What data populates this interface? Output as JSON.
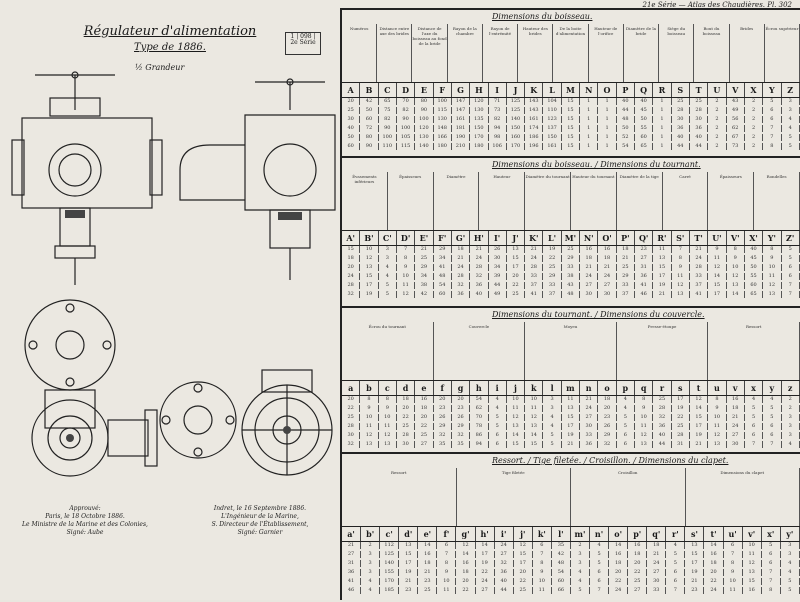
{
  "corner_note": "21e Série — Atlas des Chaudières. Pl. 302",
  "title": "Régulateur d'alimentation",
  "subtitle": "Type de 1886.",
  "scale": "½ Grandeur",
  "stamp": "1 | 098 | 2e Série",
  "caption_left": [
    "Approuvé:",
    "Paris, le 18 Octobre 1886.",
    "Le Ministre de la Marine et des Colonies,",
    "Signé: Aube"
  ],
  "caption_right": [
    "Indret, le 16 Septembre 1886.",
    "L'Ingénieur de la Marine,",
    "S. Directeur de l'Établissement,",
    "Signé: Garnier"
  ],
  "blocks": [
    {
      "title": "Dimensions du boisseau.",
      "header_texts": [
        "Numéros",
        "Distance entre axe des brides",
        "Distance de l'axe du boisseau au fond de la bride",
        "Rayon de la chambre",
        "Rayon de l'extrémité",
        "Hauteur des brides",
        "De la boite d'alimentation",
        "Hauteur de l'orifice",
        "Diamètre de la bride",
        "Siège du boisseau",
        "Bout du boisseau",
        "Brides",
        "Écrou supérieur"
      ],
      "letters": [
        "A",
        "B",
        "C",
        "D",
        "E",
        "F",
        "G",
        "H",
        "I",
        "J",
        "K",
        "L",
        "M",
        "N",
        "O",
        "P",
        "Q",
        "R",
        "S",
        "T",
        "U",
        "V",
        "X",
        "Y",
        "Z"
      ],
      "rows": [
        [
          "20",
          "42",
          "65",
          "70",
          "80",
          "100",
          "147",
          "120",
          "71",
          "125",
          "143",
          "104",
          "15",
          "1",
          "1",
          "40",
          "40",
          "1",
          "25",
          "25",
          "2",
          "43",
          "2",
          "5",
          "3"
        ],
        [
          "25",
          "50",
          "75",
          "82",
          "90",
          "115",
          "147",
          "130",
          "73",
          "125",
          "143",
          "110",
          "15",
          "1",
          "1",
          "44",
          "45",
          "1",
          "28",
          "28",
          "2",
          "49",
          "2",
          "6",
          "3"
        ],
        [
          "30",
          "60",
          "82",
          "90",
          "100",
          "130",
          "161",
          "135",
          "82",
          "140",
          "161",
          "123",
          "15",
          "1",
          "1",
          "48",
          "50",
          "1",
          "30",
          "30",
          "2",
          "56",
          "2",
          "6",
          "4"
        ],
        [
          "40",
          "72",
          "90",
          "100",
          "120",
          "148",
          "181",
          "150",
          "94",
          "150",
          "174",
          "137",
          "15",
          "1",
          "1",
          "50",
          "55",
          "1",
          "36",
          "36",
          "2",
          "62",
          "2",
          "7",
          "4"
        ],
        [
          "50",
          "80",
          "100",
          "105",
          "130",
          "166",
          "190",
          "170",
          "98",
          "160",
          "186",
          "150",
          "15",
          "1",
          "1",
          "52",
          "60",
          "1",
          "40",
          "40",
          "2",
          "67",
          "2",
          "7",
          "5"
        ],
        [
          "60",
          "90",
          "110",
          "115",
          "140",
          "180",
          "210",
          "180",
          "106",
          "170",
          "196",
          "161",
          "15",
          "1",
          "1",
          "54",
          "65",
          "1",
          "44",
          "44",
          "2",
          "73",
          "2",
          "8",
          "5"
        ]
      ]
    },
    {
      "title": "Dimensions du boisseau. / Dimensions du tournant.",
      "header_texts": [
        "Évasements inférieurs",
        "Épaisseurs",
        "Diamètre",
        "Hauteur",
        "Diamètre du tournant",
        "Hauteur du tournant",
        "Diamètre de la tige",
        "Carré",
        "Épaisseurs",
        "Rondelles"
      ],
      "letters": [
        "A'",
        "B'",
        "C'",
        "D'",
        "E'",
        "F'",
        "G'",
        "H'",
        "I'",
        "J'",
        "K'",
        "L'",
        "M'",
        "N'",
        "O'",
        "P'",
        "Q'",
        "R'",
        "S'",
        "T'",
        "U'",
        "V'",
        "X'",
        "Y'",
        "Z'"
      ],
      "rows": [
        [
          "15",
          "10",
          "3",
          "7",
          "21",
          "29",
          "18",
          "21",
          "26",
          "13",
          "21",
          "19",
          "25",
          "16",
          "16",
          "18",
          "23",
          "11",
          "7",
          "21",
          "9",
          "8",
          "40",
          "8",
          "5"
        ],
        [
          "18",
          "12",
          "3",
          "8",
          "25",
          "34",
          "21",
          "24",
          "30",
          "15",
          "24",
          "22",
          "29",
          "18",
          "18",
          "21",
          "27",
          "13",
          "8",
          "24",
          "11",
          "9",
          "45",
          "9",
          "5"
        ],
        [
          "20",
          "13",
          "4",
          "9",
          "29",
          "41",
          "24",
          "28",
          "34",
          "17",
          "28",
          "25",
          "33",
          "21",
          "21",
          "25",
          "31",
          "15",
          "9",
          "28",
          "12",
          "10",
          "50",
          "10",
          "6"
        ],
        [
          "24",
          "15",
          "4",
          "10",
          "34",
          "48",
          "28",
          "32",
          "39",
          "20",
          "33",
          "29",
          "38",
          "24",
          "24",
          "29",
          "36",
          "17",
          "11",
          "33",
          "14",
          "12",
          "55",
          "11",
          "6"
        ],
        [
          "28",
          "17",
          "5",
          "11",
          "38",
          "54",
          "32",
          "36",
          "44",
          "22",
          "37",
          "33",
          "43",
          "27",
          "27",
          "33",
          "41",
          "19",
          "12",
          "37",
          "15",
          "13",
          "60",
          "12",
          "7"
        ],
        [
          "32",
          "19",
          "5",
          "12",
          "42",
          "60",
          "36",
          "40",
          "49",
          "25",
          "41",
          "37",
          "48",
          "30",
          "30",
          "37",
          "46",
          "21",
          "13",
          "41",
          "17",
          "14",
          "65",
          "13",
          "7"
        ]
      ]
    },
    {
      "title": "Dimensions du tournant. / Dimensions du couvercle.",
      "header_texts": [
        "Écrou du tournant",
        "Couvercle",
        "Moyeu",
        "Presse-étoupe",
        "Ressort"
      ],
      "letters": [
        "a",
        "b",
        "c",
        "d",
        "e",
        "f",
        "g",
        "h",
        "i",
        "j",
        "k",
        "l",
        "m",
        "n",
        "o",
        "p",
        "q",
        "r",
        "s",
        "t",
        "u",
        "v",
        "x",
        "y",
        "z"
      ],
      "rows": [
        [
          "20",
          "8",
          "8",
          "18",
          "16",
          "20",
          "20",
          "54",
          "4",
          "10",
          "10",
          "3",
          "11",
          "21",
          "18",
          "4",
          "8",
          "25",
          "17",
          "12",
          "8",
          "16",
          "4",
          "4",
          "2"
        ],
        [
          "22",
          "9",
          "9",
          "20",
          "18",
          "23",
          "23",
          "62",
          "4",
          "11",
          "11",
          "3",
          "13",
          "24",
          "20",
          "4",
          "9",
          "28",
          "19",
          "14",
          "9",
          "18",
          "5",
          "5",
          "2"
        ],
        [
          "25",
          "10",
          "10",
          "22",
          "20",
          "26",
          "26",
          "70",
          "5",
          "12",
          "12",
          "4",
          "15",
          "27",
          "23",
          "5",
          "10",
          "32",
          "22",
          "15",
          "10",
          "21",
          "5",
          "5",
          "3"
        ],
        [
          "28",
          "11",
          "11",
          "25",
          "22",
          "29",
          "29",
          "78",
          "5",
          "13",
          "13",
          "4",
          "17",
          "30",
          "26",
          "5",
          "11",
          "36",
          "25",
          "17",
          "11",
          "24",
          "6",
          "6",
          "3"
        ],
        [
          "30",
          "12",
          "12",
          "28",
          "25",
          "32",
          "32",
          "86",
          "6",
          "14",
          "14",
          "5",
          "19",
          "33",
          "29",
          "6",
          "12",
          "40",
          "28",
          "19",
          "12",
          "27",
          "6",
          "6",
          "3"
        ],
        [
          "32",
          "13",
          "13",
          "30",
          "27",
          "35",
          "35",
          "94",
          "6",
          "15",
          "15",
          "5",
          "21",
          "36",
          "32",
          "6",
          "13",
          "44",
          "31",
          "21",
          "13",
          "30",
          "7",
          "7",
          "4"
        ]
      ]
    },
    {
      "title": "Ressort. / Tige filetée. / Croisillon. / Dimensions du clapet.",
      "header_texts": [
        "Ressort",
        "Tige filetée",
        "Croisillon",
        "Dimensions du clapet"
      ],
      "letters": [
        "a'",
        "b'",
        "c'",
        "d'",
        "e'",
        "f'",
        "g'",
        "h'",
        "i'",
        "j'",
        "k'",
        "l'",
        "m'",
        "n'",
        "o'",
        "p'",
        "q'",
        "r'",
        "s'",
        "t'",
        "u'",
        "v'",
        "x'",
        "y'"
      ],
      "rows": [
        [
          "21",
          "2",
          "112",
          "13",
          "14",
          "6",
          "12",
          "14",
          "24",
          "12",
          "6",
          "35",
          "2",
          "4",
          "14",
          "16",
          "18",
          "4",
          "13",
          "14",
          "6",
          "10",
          "5",
          "3"
        ],
        [
          "27",
          "3",
          "125",
          "15",
          "16",
          "7",
          "14",
          "17",
          "27",
          "15",
          "7",
          "42",
          "3",
          "5",
          "16",
          "18",
          "21",
          "5",
          "15",
          "16",
          "7",
          "11",
          "6",
          "3"
        ],
        [
          "31",
          "3",
          "140",
          "17",
          "18",
          "8",
          "16",
          "19",
          "32",
          "17",
          "8",
          "48",
          "3",
          "5",
          "18",
          "20",
          "24",
          "5",
          "17",
          "18",
          "8",
          "12",
          "6",
          "4"
        ],
        [
          "36",
          "3",
          "155",
          "19",
          "21",
          "9",
          "18",
          "22",
          "36",
          "20",
          "9",
          "54",
          "4",
          "6",
          "20",
          "22",
          "27",
          "6",
          "19",
          "20",
          "9",
          "13",
          "7",
          "4"
        ],
        [
          "41",
          "4",
          "170",
          "21",
          "23",
          "10",
          "20",
          "24",
          "40",
          "22",
          "10",
          "60",
          "4",
          "6",
          "22",
          "25",
          "30",
          "6",
          "21",
          "22",
          "10",
          "15",
          "7",
          "5"
        ],
        [
          "46",
          "4",
          "185",
          "23",
          "25",
          "11",
          "22",
          "27",
          "44",
          "25",
          "11",
          "66",
          "5",
          "7",
          "24",
          "27",
          "33",
          "7",
          "23",
          "24",
          "11",
          "16",
          "8",
          "5"
        ]
      ]
    }
  ]
}
